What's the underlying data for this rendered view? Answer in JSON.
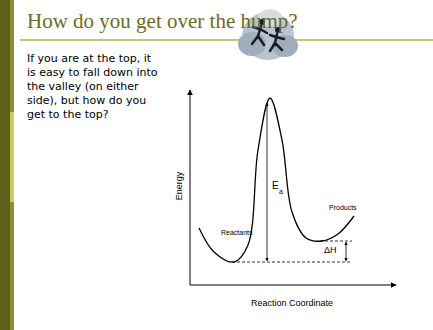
{
  "diagram": {
    "title": "How do you get over the hump?",
    "labels": [
      "If you are at the top, it is easy to fall down into the valley (on either side), but how do you get to the top?",
      "Energy",
      "Reaction Coordinate",
      "Reactants",
      "Products",
      "E",
      "a",
      "ΔH"
    ]
  }
}
